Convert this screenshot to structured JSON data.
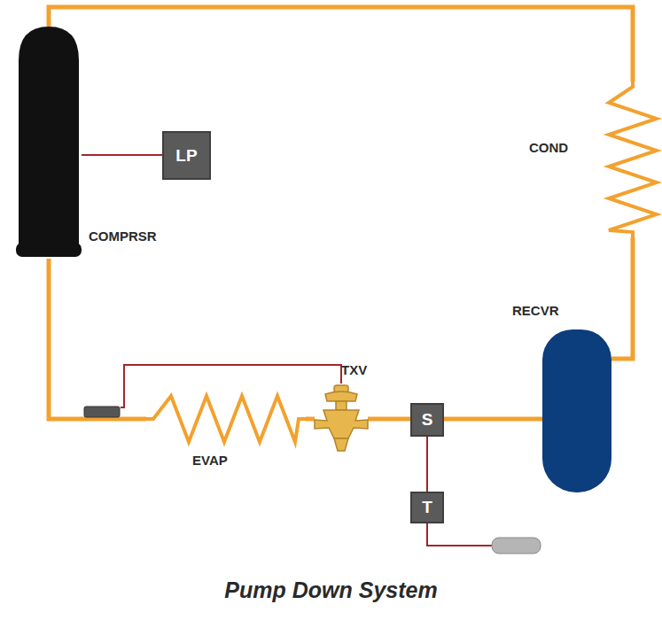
{
  "diagram": {
    "caption": "Pump Down System",
    "nodes": [
      {
        "text": [
          "COMPRSR"
        ]
      },
      {
        "text": [
          "LP"
        ]
      },
      {
        "text": [
          "COND"
        ]
      },
      {
        "text": [
          "RECVR"
        ]
      },
      {
        "text": [
          "TXV"
        ]
      },
      {
        "text": [
          "S"
        ]
      },
      {
        "text": [
          "EVAP"
        ]
      },
      {
        "text": [
          "T"
        ]
      }
    ],
    "edges": [
      {
        "from": 0,
        "to": 2,
        "arrow": "none"
      },
      {
        "from": 2,
        "to": 3,
        "arrow": "none"
      },
      {
        "from": 3,
        "to": 5,
        "arrow": "none"
      },
      {
        "from": 5,
        "to": 4,
        "arrow": "none"
      },
      {
        "from": 4,
        "to": 6,
        "arrow": "none"
      },
      {
        "from": 6,
        "to": 0,
        "arrow": "none"
      },
      {
        "from": 0,
        "to": 1,
        "arrow": "none"
      },
      {
        "from": 5,
        "to": 7,
        "arrow": "none"
      }
    ]
  }
}
